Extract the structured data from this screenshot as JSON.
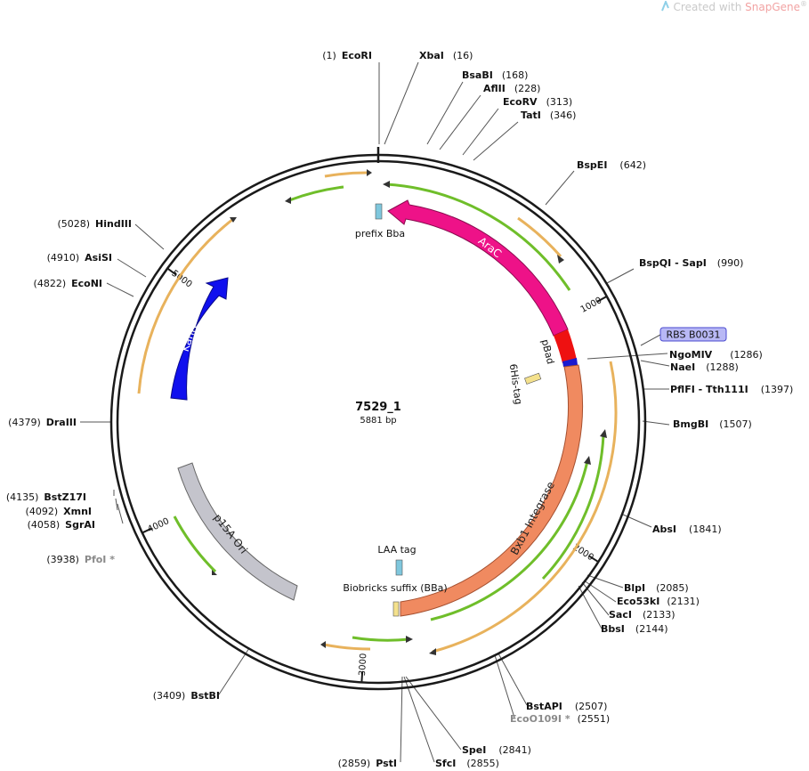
{
  "watermark": {
    "prefix": "Created with ",
    "brand": "SnapGene",
    "mark": "®"
  },
  "plasmid": {
    "name": "7529_1",
    "size_label": "5881 bp",
    "length": 5881
  },
  "ticks": [
    {
      "pos": 1000,
      "label": "1000"
    },
    {
      "pos": 2000,
      "label": "2000"
    },
    {
      "pos": 3000,
      "label": "3000"
    },
    {
      "pos": 4000,
      "label": "4000"
    },
    {
      "pos": 5000,
      "label": "5000"
    }
  ],
  "features": [
    {
      "id": "arac",
      "label": "AraC",
      "color": "#ee1288"
    },
    {
      "id": "pbad",
      "label": "pBad",
      "color": "#ee1111"
    },
    {
      "id": "bxb1",
      "label": "Bxb1 Integrase",
      "color": "#f08a60"
    },
    {
      "id": "kanr",
      "label": "KanR",
      "color": "#1010ee"
    },
    {
      "id": "p15a",
      "label": "p15A Ori",
      "color": "#c4c4cc"
    },
    {
      "id": "prefix",
      "label": "prefix Bba",
      "color": "#7fc7dd"
    },
    {
      "id": "sixhis",
      "label": "6His-tag",
      "color": "#f4e18c"
    },
    {
      "id": "laa",
      "label": "LAA tag",
      "color": "#7fc7dd"
    },
    {
      "id": "suffix",
      "label": "Biobricks suffix (BBa)",
      "color": "#f4e18c"
    },
    {
      "id": "rbs",
      "label": "RBS B0031",
      "color": "#b8b8f5"
    }
  ],
  "sites": [
    {
      "id": "ecori",
      "name": "EcoRI",
      "pos_label": "(1)"
    },
    {
      "id": "xbai",
      "name": "XbaI",
      "pos_label": "(16)"
    },
    {
      "id": "bsabi",
      "name": "BsaBI",
      "pos_label": "(168)"
    },
    {
      "id": "aflii",
      "name": "AflII",
      "pos_label": "(228)"
    },
    {
      "id": "ecorv",
      "name": "EcoRV",
      "pos_label": "(313)"
    },
    {
      "id": "tati",
      "name": "TatI",
      "pos_label": "(346)"
    },
    {
      "id": "bspei",
      "name": "BspEI",
      "pos_label": "(642)"
    },
    {
      "id": "bspqi",
      "name": "BspQI",
      "name2": " - SapI",
      "pos_label": "(990)"
    },
    {
      "id": "ngomiv",
      "name": "NgoMIV",
      "pos_label": "(1286)"
    },
    {
      "id": "naei",
      "name": "NaeI",
      "pos_label": "(1288)"
    },
    {
      "id": "pflfi",
      "name": "PflFI",
      "name2": " - Tth111I",
      "pos_label": "(1397)"
    },
    {
      "id": "bmgbi",
      "name": "BmgBI",
      "pos_label": "(1507)"
    },
    {
      "id": "absi",
      "name": "AbsI",
      "pos_label": "(1841)"
    },
    {
      "id": "blpi",
      "name": "BlpI",
      "pos_label": "(2085)"
    },
    {
      "id": "eco53ki",
      "name": "Eco53kI",
      "pos_label": "(2131)"
    },
    {
      "id": "saci",
      "name": "SacI",
      "pos_label": "(2133)"
    },
    {
      "id": "bbsi",
      "name": "BbsI",
      "pos_label": "(2144)"
    },
    {
      "id": "bstapi",
      "name": "BstAPI",
      "pos_label": "(2507)"
    },
    {
      "id": "eco0109i",
      "name": "EcoO109I *",
      "pos_label": "(2551)"
    },
    {
      "id": "spei",
      "name": "SpeI",
      "pos_label": "(2841)"
    },
    {
      "id": "sfci",
      "name": "SfcI",
      "pos_label": "(2855)"
    },
    {
      "id": "psti",
      "name": "PstI",
      "pos_label": "(2859)"
    },
    {
      "id": "bstbi",
      "name": "BstBI",
      "pos_label": "(3409)"
    },
    {
      "id": "pfoi",
      "name": "PfoI *",
      "pos_label": "(3938)"
    },
    {
      "id": "sgrai",
      "name": "SgrAI",
      "pos_label": "(4058)"
    },
    {
      "id": "xmni",
      "name": "XmnI",
      "pos_label": "(4092)"
    },
    {
      "id": "bstz17i",
      "name": "BstZ17I",
      "pos_label": "(4135)"
    },
    {
      "id": "draiii",
      "name": "DraIII",
      "pos_label": "(4379)"
    },
    {
      "id": "econi",
      "name": "EcoNI",
      "pos_label": "(4822)"
    },
    {
      "id": "asisi",
      "name": "AsiSI",
      "pos_label": "(4910)"
    },
    {
      "id": "hindiii",
      "name": "HindIII",
      "pos_label": "(5028)"
    }
  ],
  "colors": {
    "backbone": "#1a1a1a",
    "orf_fill": "#e8b25c",
    "primer_fill": "#6fbe2a",
    "leader": "#555555"
  }
}
